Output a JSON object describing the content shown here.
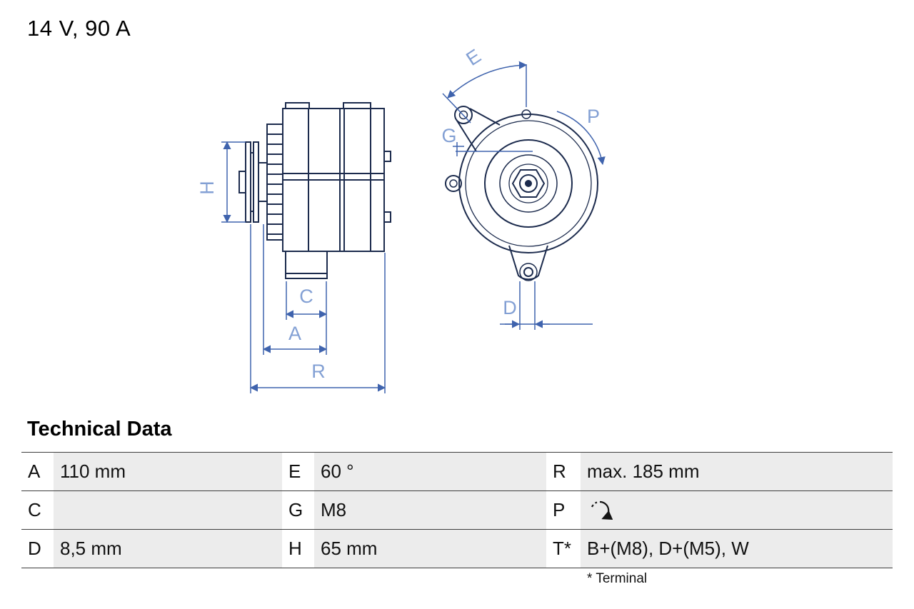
{
  "header": {
    "rating": "14 V, 90 A"
  },
  "drawing": {
    "labels": {
      "h": "H",
      "c": "C",
      "a": "A",
      "r": "R",
      "e": "E",
      "g": "G",
      "p": "P",
      "d": "D"
    }
  },
  "technical_data": {
    "title": "Technical Data",
    "rows": [
      [
        {
          "key": "A",
          "value": "110 mm"
        },
        {
          "key": "E",
          "value": "60 °"
        },
        {
          "key": "R",
          "value": "max. 185 mm"
        }
      ],
      [
        {
          "key": "C",
          "value": ""
        },
        {
          "key": "G",
          "value": "M8"
        },
        {
          "key": "P",
          "value": "",
          "icon": "rotation-direction"
        }
      ],
      [
        {
          "key": "D",
          "value": "8,5 mm"
        },
        {
          "key": "H",
          "value": "65 mm"
        },
        {
          "key": "T*",
          "value": "B+(M8), D+(M5), W"
        }
      ]
    ],
    "footnote": "* Terminal"
  },
  "colors": {
    "outline": "#1c2b4d",
    "dimension": "#3f63ad",
    "dimension_label": "#83a0d4",
    "table_shade": "#ececec"
  }
}
